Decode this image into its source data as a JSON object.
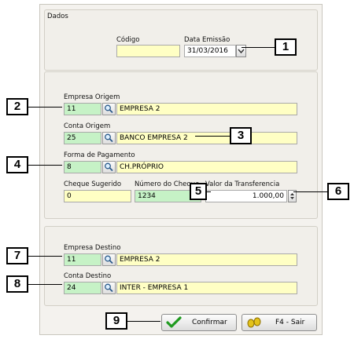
{
  "dados": {
    "title": "Dados"
  },
  "codigo": {
    "label": "Código",
    "value": ""
  },
  "data_emissao": {
    "label": "Data Emissão",
    "value": "31/03/2016"
  },
  "empresa_origem": {
    "label": "Empresa Origem",
    "code": "11",
    "name": "EMPRESA 2"
  },
  "conta_origem": {
    "label": "Conta Origem",
    "code": "25",
    "name": "BANCO EMPRESA 2"
  },
  "forma_pagamento": {
    "label": "Forma de Pagamento",
    "code": "8",
    "name": "CH.PRÓPRIO"
  },
  "cheque_sugerido": {
    "label": "Cheque Sugerido",
    "value": "0"
  },
  "numero_cheque": {
    "label": "Número do Cheque",
    "value": "1234"
  },
  "valor_transferencia": {
    "label": "Valor da Transferencia",
    "value": "1.000,00"
  },
  "empresa_destino": {
    "label": "Empresa Destino",
    "code": "11",
    "name": "EMPRESA 2"
  },
  "conta_destino": {
    "label": "Conta Destino",
    "code": "24",
    "name": "INTER - EMPRESA 1"
  },
  "buttons": {
    "confirmar": "Confirmar",
    "sair": "F4 - Sair"
  },
  "callouts": [
    "1",
    "2",
    "3",
    "4",
    "5",
    "6",
    "7",
    "8",
    "9"
  ]
}
